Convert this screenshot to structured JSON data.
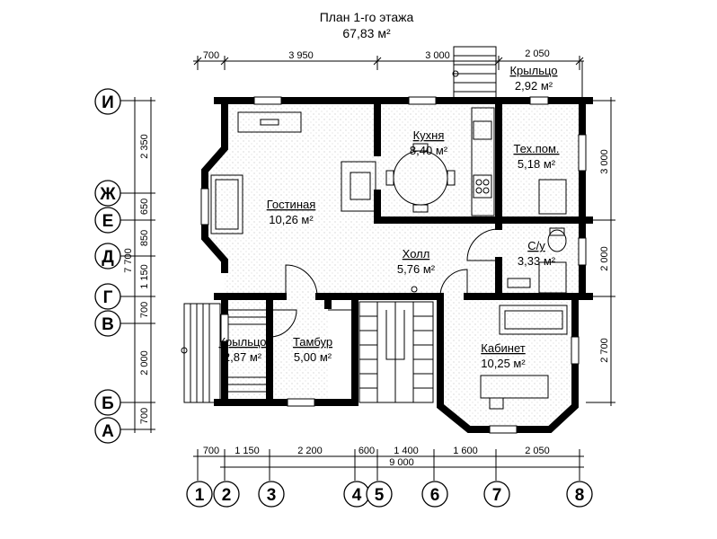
{
  "title": "План 1-го этажа",
  "total_area": "67,83 м²",
  "rooms": [
    {
      "id": "kitchen",
      "name": "Кухня",
      "area": "8,40 м²"
    },
    {
      "id": "tech",
      "name": "Тех.пом.",
      "area": "5,18 м²"
    },
    {
      "id": "porch-top",
      "name": "Крыльцо",
      "area": "2,92 м²"
    },
    {
      "id": "living",
      "name": "Гостиная",
      "area": "10,26 м²"
    },
    {
      "id": "hall",
      "name": "Холл",
      "area": "5,76 м²"
    },
    {
      "id": "wc",
      "name": "С/у",
      "area": "3,33 м²"
    },
    {
      "id": "porch-left",
      "name": "Крыльцо",
      "area": "2,87 м²"
    },
    {
      "id": "vestibule",
      "name": "Тамбур",
      "area": "5,00 м²"
    },
    {
      "id": "office",
      "name": "Кабинет",
      "area": "10,25 м²"
    }
  ],
  "top_dims": [
    "700",
    "3 950",
    "3 000",
    "2 050"
  ],
  "bottom_dims": [
    "700",
    "1 150",
    "2 200",
    "600",
    "1 400",
    "1 600",
    "2 050"
  ],
  "bottom_total": "9 000",
  "left_dims": [
    "2 350",
    "650",
    "850",
    "1 150",
    "700",
    "2 000",
    "700"
  ],
  "left_total": "7 700",
  "right_dims": [
    "3 000",
    "2 000",
    "2 700"
  ],
  "row_axes": [
    "И",
    "Ж",
    "Е",
    "Д",
    "Г",
    "В",
    "Б",
    "А"
  ],
  "col_axes": [
    "1",
    "2",
    "3",
    "4",
    "5",
    "6",
    "7",
    "8"
  ]
}
